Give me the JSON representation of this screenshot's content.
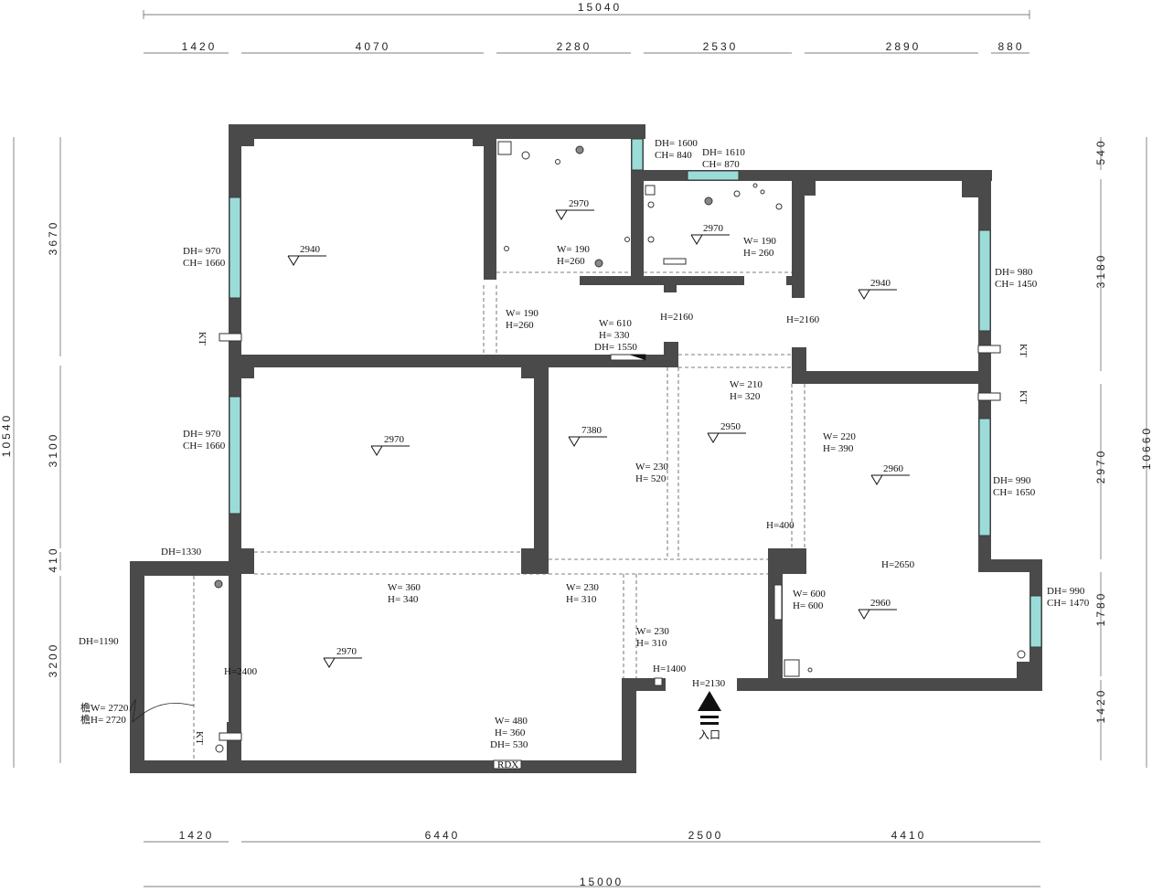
{
  "dimensions": {
    "top_total": "15040",
    "top": [
      "1420",
      "4070",
      "2280",
      "2530",
      "2890",
      "880"
    ],
    "bottom": [
      "1420",
      "6440",
      "2500",
      "4410"
    ],
    "bottom_total": "15000",
    "left": [
      "3670",
      "3100",
      "410",
      "3200"
    ],
    "left_total": "10540",
    "right": [
      "540",
      "3180",
      "2970",
      "1780",
      "1420"
    ],
    "right_total": "10660"
  },
  "windows": {
    "left_upper": [
      "DH= 970",
      "CH= 1660"
    ],
    "left_middle": [
      "DH= 970",
      "CH= 1660"
    ],
    "left_lower_dh": "DH=1330",
    "left_bottom_dh": "DH=1190",
    "top_kitchen": [
      "DH= 1600",
      "CH= 840"
    ],
    "top_bath": [
      "DH= 1610",
      "CH= 870"
    ],
    "right_upper": [
      "DH= 980",
      "CH= 1450"
    ],
    "right_middle": [
      "DH= 990",
      "CH= 1650"
    ],
    "right_lower": [
      "DH= 990",
      "CH= 1470"
    ]
  },
  "levels": {
    "bedroom_nw": "2940",
    "kitchen": "2970",
    "bath": "2970",
    "bedroom_ne": "2940",
    "bedroom_w": "2970",
    "hall": "7380",
    "corridor": "2950",
    "bedroom_e": "2960",
    "living": "2970",
    "room_se": "2960"
  },
  "annotations": {
    "kitchen_beam": [
      "W= 190",
      "H=260"
    ],
    "bath_beam": [
      "W= 190",
      "H= 260"
    ],
    "hall_beam_a": [
      "W= 190",
      "H=260"
    ],
    "beam_610": [
      "W= 610",
      "H= 330",
      "DH= 1550"
    ],
    "h2160_a": "H=2160",
    "h2160_b": "H=2160",
    "beam_210": [
      "W= 210",
      "H= 320"
    ],
    "beam_220": [
      "W= 220",
      "H= 390"
    ],
    "beam_230_a": [
      "W= 230",
      "H= 520"
    ],
    "h400": "H=400",
    "h2650": "H=2650",
    "beam_600": [
      "W= 600",
      "H= 600"
    ],
    "beam_360": [
      "W= 360",
      "H= 340"
    ],
    "beam_230_b": [
      "W= 230",
      "H= 310"
    ],
    "beam_230_c": [
      "W= 230",
      "H= 310"
    ],
    "h2400": "H=2400",
    "h1400": "H=1400",
    "h2130": "H=2130",
    "beam_480": [
      "W= 480",
      "H= 360",
      "DH= 530"
    ],
    "eave": [
      "檐W= 2720",
      "檐H= 2720"
    ],
    "kt": "KT",
    "rdx": "RDX",
    "entrance": "入口"
  }
}
